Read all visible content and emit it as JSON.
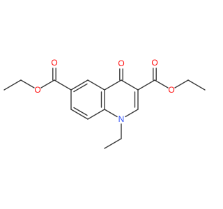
{
  "molecule": {
    "atoms": {
      "o_ketone": {
        "symbol": "O",
        "color": "#ff0d0d"
      },
      "n1": {
        "symbol": "N",
        "color": "#3050f8"
      },
      "o_c6_carbonyl": {
        "symbol": "O",
        "color": "#ff0d0d"
      },
      "o_c6_ester": {
        "symbol": "O",
        "color": "#ff0d0d"
      },
      "o_c3_carbonyl": {
        "symbol": "O",
        "color": "#ff0d0d"
      },
      "o_c3_ester": {
        "symbol": "O",
        "color": "#ff0d0d"
      }
    },
    "bond_color": "#3a3a3a"
  }
}
